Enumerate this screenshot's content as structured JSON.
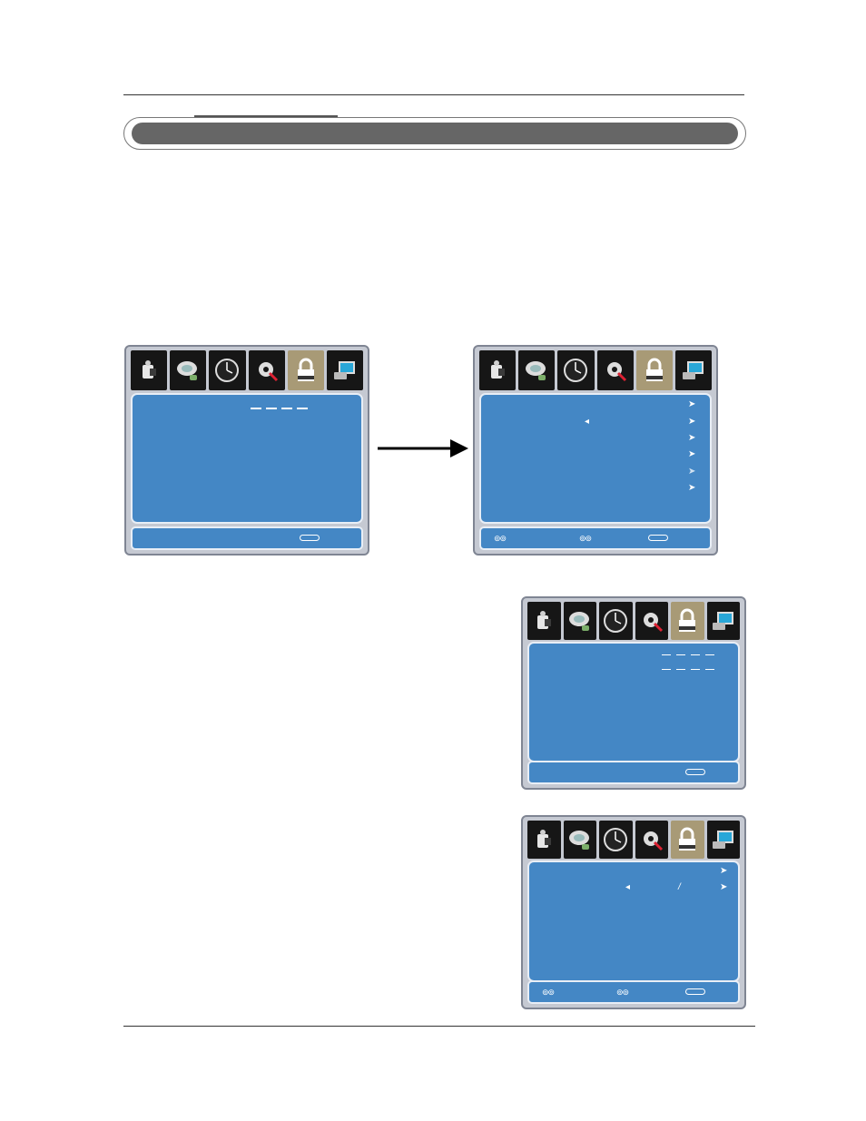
{
  "colors": {
    "panel": "#4487c5",
    "frame": "#c5c9d2",
    "icon_bg": "#161616",
    "icon_selected_bg": "#a89a76",
    "header_bar": "#666666"
  },
  "icons": [
    "picture-icon",
    "sound-icon",
    "time-icon",
    "setup-icon",
    "lock-icon",
    "pc-icon"
  ],
  "selected_icon": "lock-icon",
  "menus": {
    "password_entry": {
      "password_placeholder": "_ _ _ _"
    },
    "lock_menu": {
      "rows": 6
    },
    "change_password": {
      "rows": 2
    },
    "block_program": {
      "rows": 2,
      "separator": "/"
    }
  }
}
